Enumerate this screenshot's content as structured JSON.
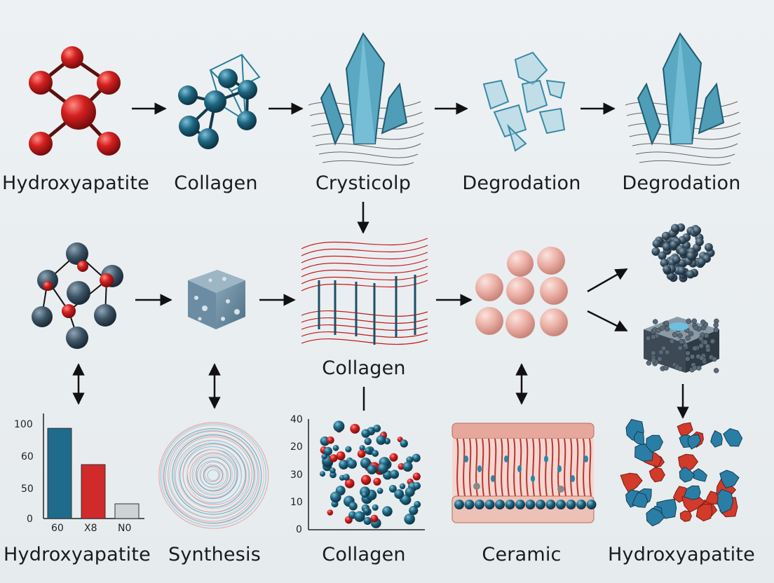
{
  "top_row_labels": [
    "Hydroxyapatite",
    "Collagen",
    "Crysticolp",
    "Degrodation",
    "Degrodation"
  ],
  "middle_label": "Collagen",
  "bottom_row_labels": [
    "Hydroxyapatite",
    "Synthesis",
    "Collagen",
    "Ceramic",
    "Hydroxyapatite"
  ],
  "chart_data": [
    {
      "type": "bar",
      "categories": [
        "60",
        "X8",
        "N0"
      ],
      "values": [
        92,
        55,
        15
      ],
      "y_tick_labels": [
        "100",
        "60",
        "50",
        "0"
      ],
      "colors": [
        "#1f6b8c",
        "#d02a2a",
        "#cfd3d6"
      ]
    },
    {
      "type": "scatter",
      "y_tick_labels": [
        "40",
        "20",
        "30",
        "10",
        "0"
      ]
    }
  ],
  "colors": {
    "red": "#c8191b",
    "teal": "#1e6580",
    "crystal": "#5aa8c2",
    "pink": "#e9b0a6",
    "dark": "#2f3d4a"
  }
}
